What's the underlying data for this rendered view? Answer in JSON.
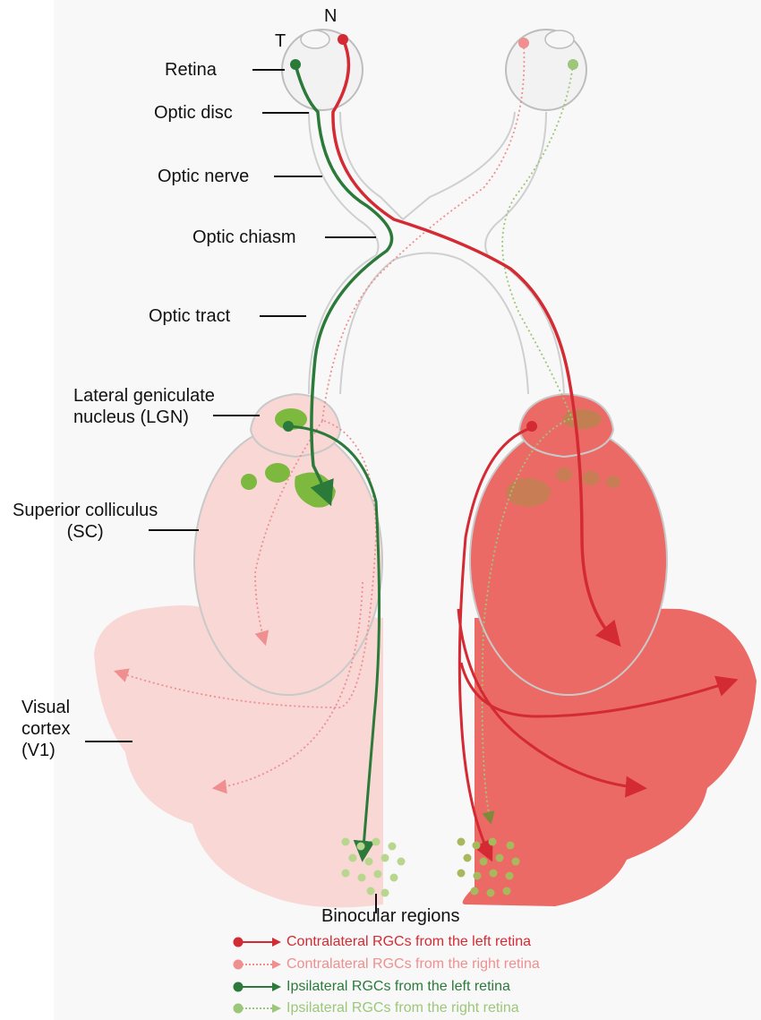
{
  "labels": {
    "temporal": "T",
    "nasal": "N",
    "retina": "Retina",
    "optic_disc": "Optic disc",
    "optic_nerve": "Optic nerve",
    "optic_chiasm": "Optic chiasm",
    "optic_tract": "Optic tract",
    "lgn": "Lateral geniculate\nnucleus (LGN)",
    "sc": "Superior colliculus\n(SC)",
    "visual_cortex": "Visual\ncortex\n(V1)",
    "binocular": "Binocular regions"
  },
  "legend": [
    {
      "text": "Contralateral RGCs from the left retina",
      "color": "#d42a33",
      "style": "solid"
    },
    {
      "text": "Contralateral RGCs from the right retina",
      "color": "#ef8f8f",
      "style": "dotted"
    },
    {
      "text": "Ipsilateral RGCs from the left retina",
      "color": "#2b7a3a",
      "style": "solid"
    },
    {
      "text": "Ipsilateral RGCs from the right retina",
      "color": "#9cc77a",
      "style": "dotted"
    }
  ],
  "colors": {
    "contra_left": "#d42a33",
    "contra_right": "#ef8f8f",
    "ipsi_left": "#2b7a3a",
    "ipsi_right": "#9cc77a",
    "left_hemisphere_fill": "#f8d7d5",
    "right_hemisphere_fill": "#ec6a66",
    "green_target": "#7db83f"
  }
}
